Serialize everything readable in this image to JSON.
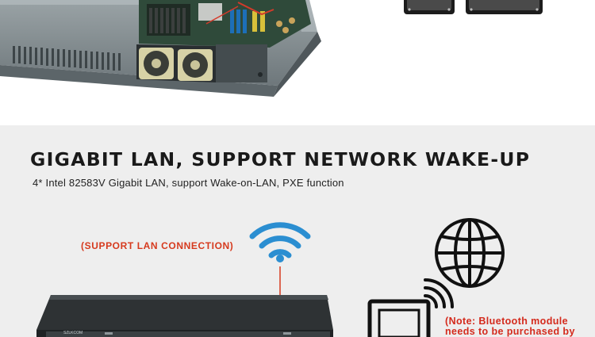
{
  "headline": "GIGABIT LAN, SUPPORT NETWORK WAKE-UP",
  "subline": "4* Intel 82583V Gigabit LAN, support Wake-on-LAN, PXE function",
  "lan_note": "(SUPPORT LAN CONNECTION)",
  "bluetooth_note": {
    "line1": "(Note: Bluetooth module",
    "line2": "needs to be purchased by"
  },
  "device_brand": "SZLKCOM",
  "colors": {
    "accent_red": "#d63a1e",
    "wifi_blue": "#2b8ed1",
    "band_background": "#eeeeee",
    "chassis_dark": "#2e3234"
  },
  "icons": [
    "wifi-icon",
    "globe-icon",
    "computer-wireless-icon",
    "fan-icon"
  ]
}
